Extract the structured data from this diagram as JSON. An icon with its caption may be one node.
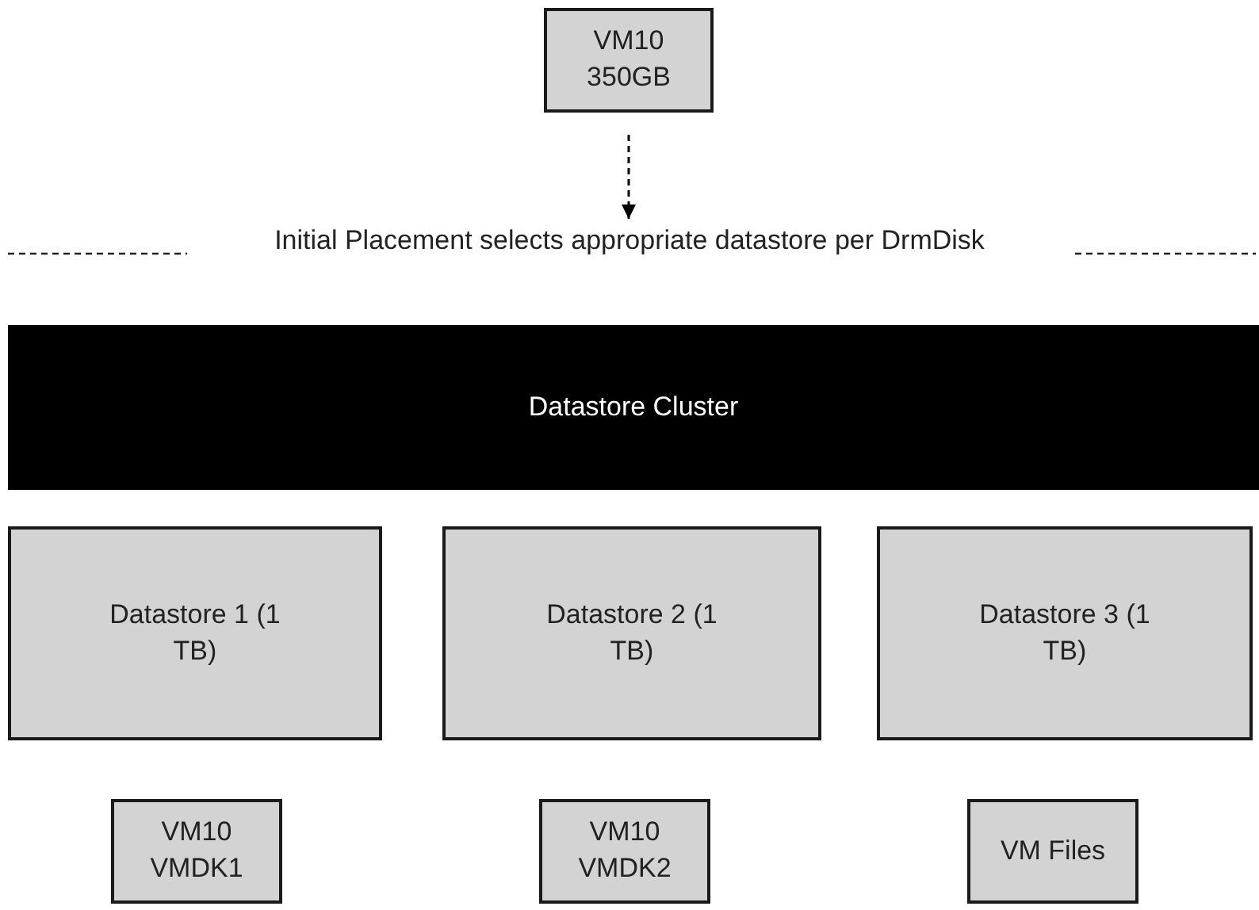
{
  "diagram": {
    "nodes": [
      {
        "text": [
          "VM10 350GB"
        ]
      },
      {
        "text": [
          "Initial Placement selects appropriate datastore per DrmDisk"
        ]
      },
      {
        "text": [
          "Datastore Cluster"
        ]
      },
      {
        "text": [
          "Datastore 1 (1 TB)"
        ]
      },
      {
        "text": [
          "Datastore 2 (1 TB)"
        ]
      },
      {
        "text": [
          "Datastore 3 (1 TB)"
        ]
      },
      {
        "text": [
          "VM10 VMDK1"
        ]
      },
      {
        "text": [
          "VM10 VMDK2"
        ]
      },
      {
        "text": [
          "VM Files"
        ]
      }
    ],
    "edges": [
      {
        "from": 0,
        "to": 1,
        "arrow": "to",
        "style": "dashed"
      }
    ]
  }
}
